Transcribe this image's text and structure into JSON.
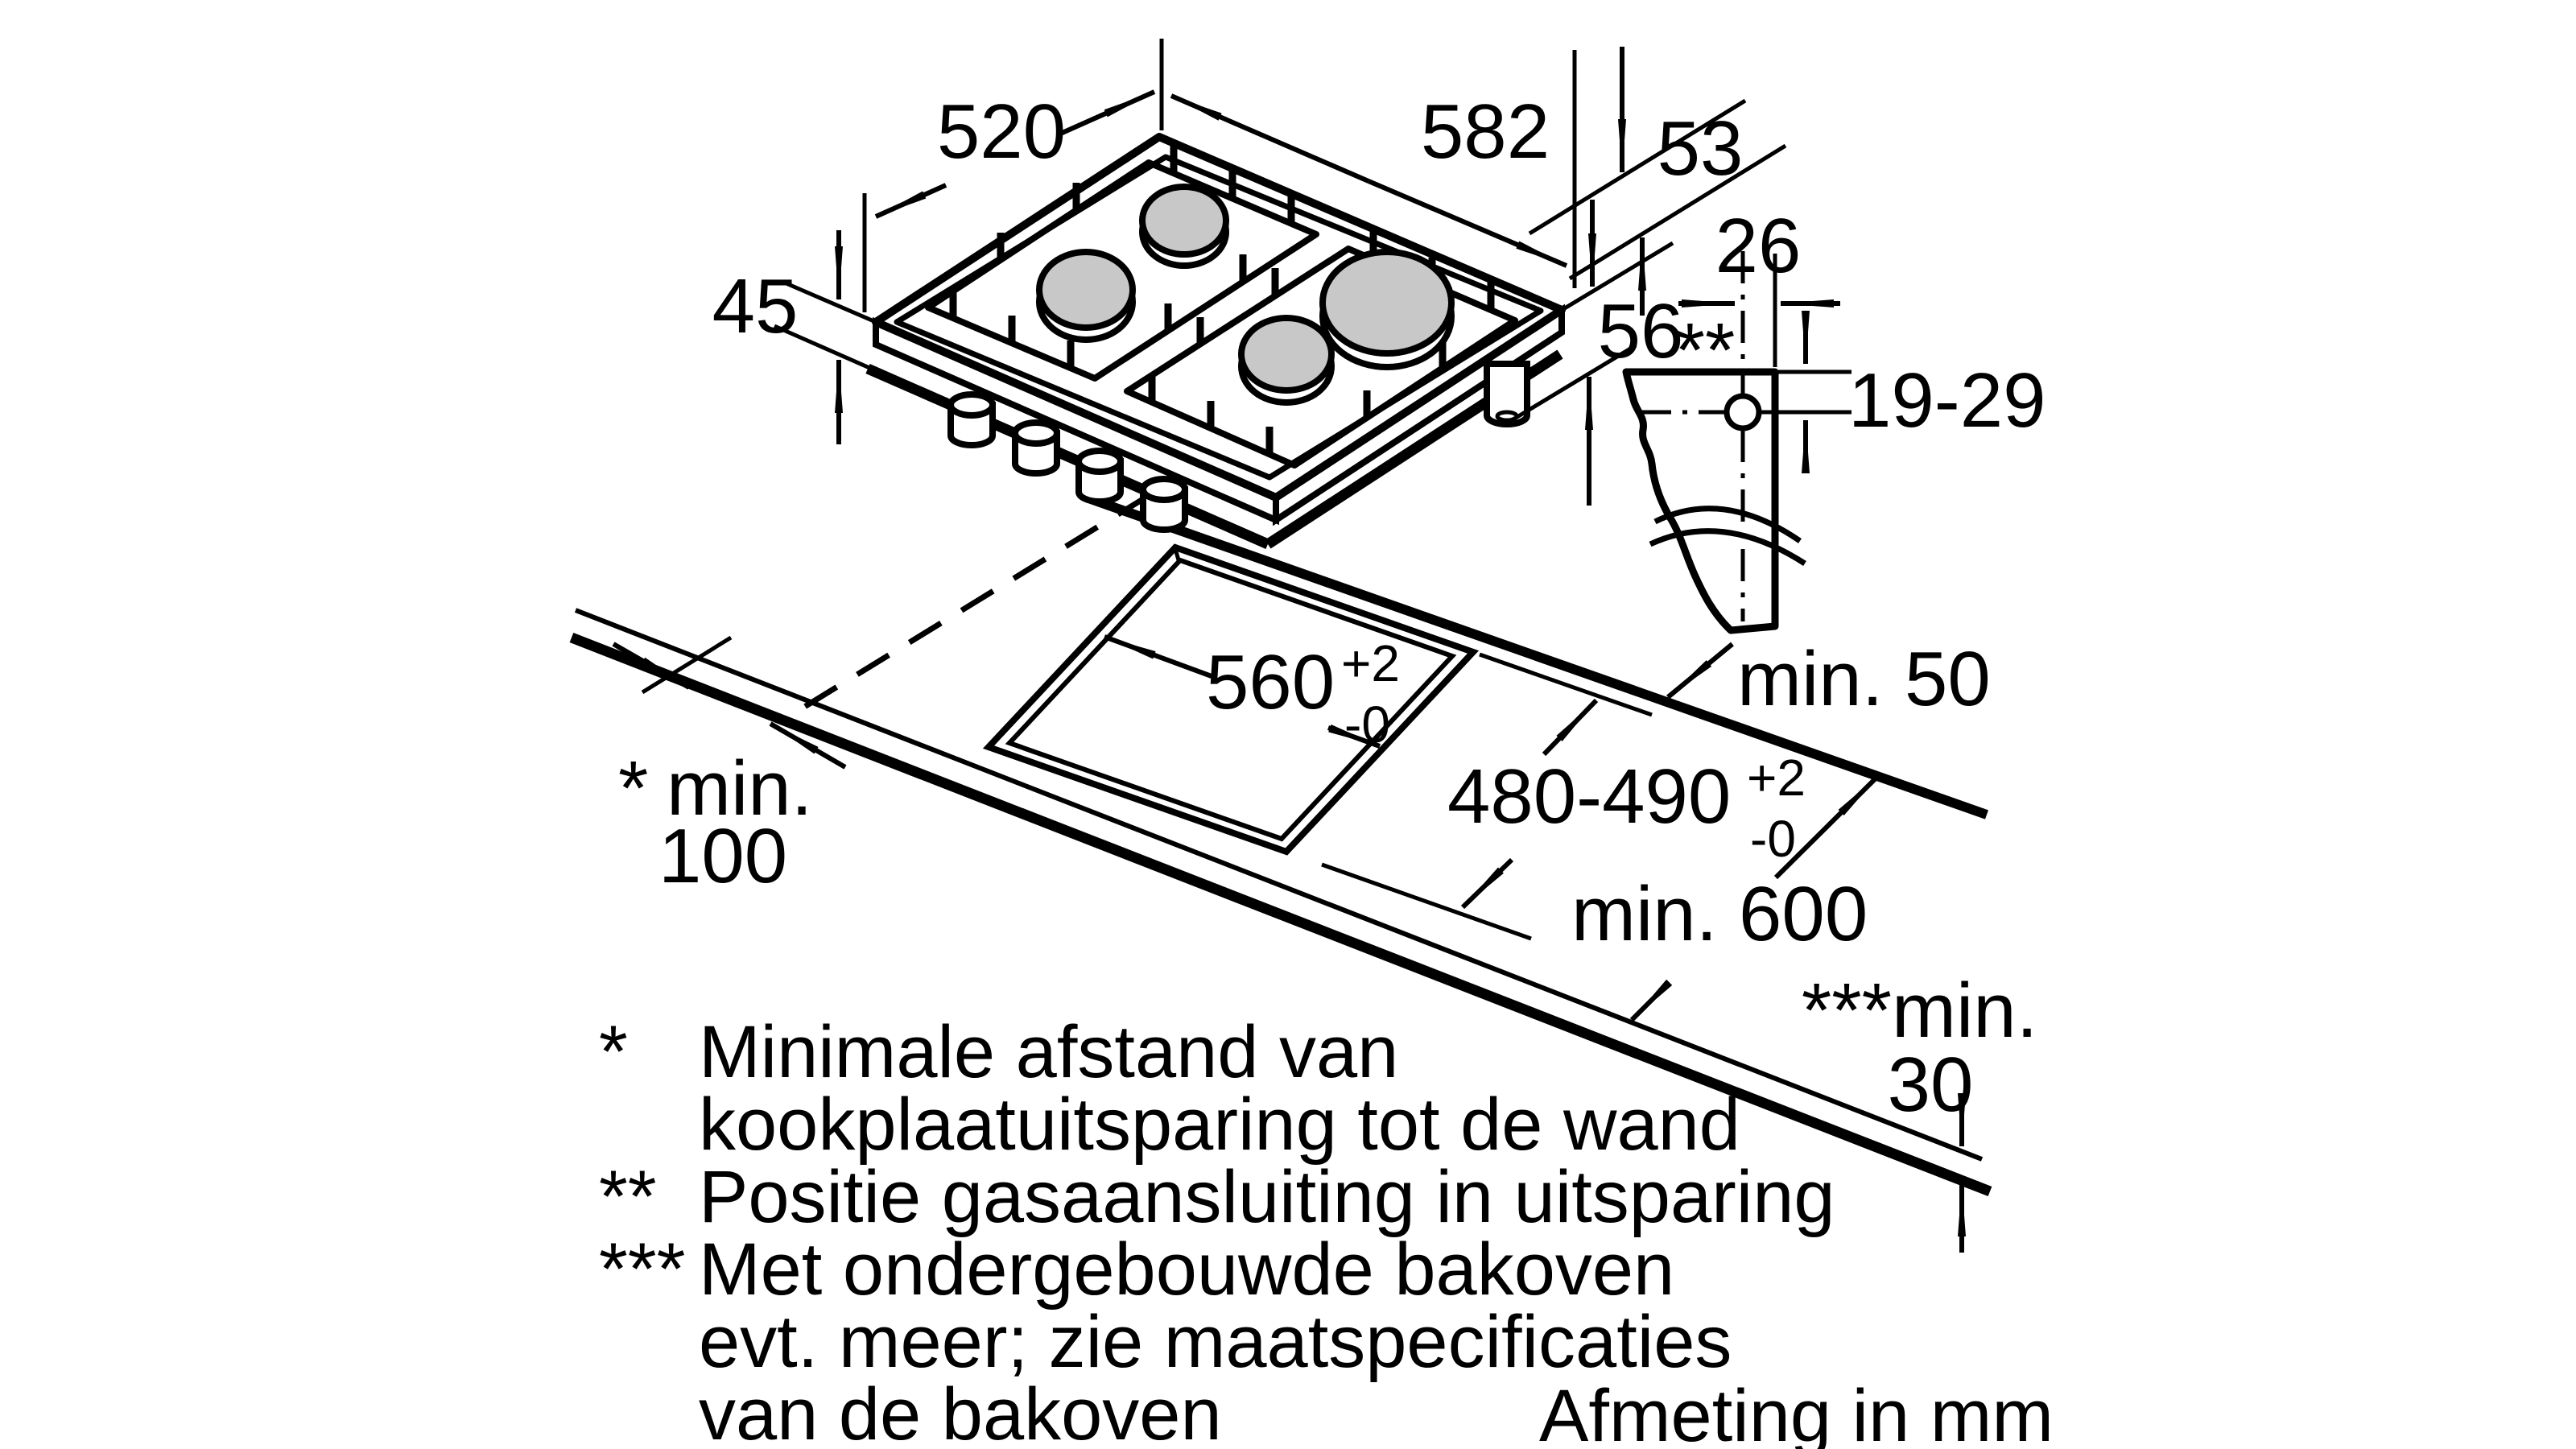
{
  "unit_label": "Afmeting in mm",
  "hob": {
    "width": "582",
    "depth": "520",
    "body_height": "45",
    "top_height": "53",
    "connection_height": "56"
  },
  "gas": {
    "offset_from_edge": "26",
    "marker": "**",
    "depth_range": "19-29"
  },
  "cutout": {
    "width": "560",
    "width_tol_up": "+2",
    "width_tol_down": "-0",
    "depth": "480-490",
    "depth_tol_up": "+2",
    "depth_tol_down": "-0"
  },
  "clearances": {
    "side_marker": "*",
    "side_label": "min.",
    "side_value": "100",
    "rear": "min. 50",
    "worktop_depth": "min. 600",
    "oven_marker": "***",
    "oven_label": "min.",
    "oven_value": "30"
  },
  "notes": {
    "f1_marker": "*",
    "f1a": "Minimale afstand van",
    "f1b": "kookplaatuitsparing tot de wand",
    "f2_marker": "**",
    "f2a": "Positie gasaansluiting in uitsparing",
    "f3_marker": "***",
    "f3a": "Met ondergebouwde bakoven",
    "f3b": "evt. meer; zie maatspecificaties",
    "f3c": "van de bakoven"
  },
  "colors": {
    "ink": "#000000",
    "burner_gray": "#c8c8c8",
    "paper": "#ffffff"
  }
}
